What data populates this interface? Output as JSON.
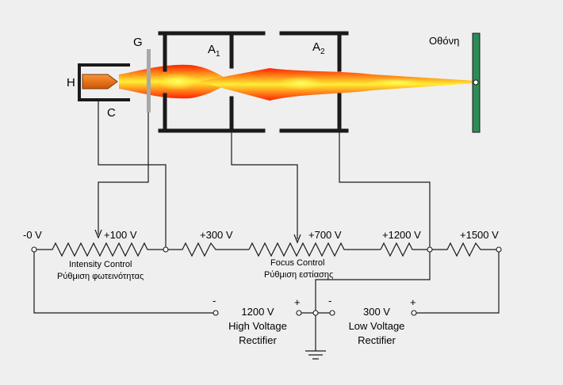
{
  "electrodes": {
    "heater": "H",
    "cathode": "C",
    "grid": "G",
    "anode1": {
      "main": "A",
      "sub": "1"
    },
    "anode2": {
      "main": "A",
      "sub": "2"
    },
    "screen": "Οθόνη"
  },
  "voltages": {
    "v0": "-0 V",
    "v100": "+100 V",
    "v300": "+300 V",
    "v700": "+700 V",
    "v1200": "+1200 V",
    "v1500": "+1500 V"
  },
  "controls": {
    "intensity_en": "Intensity Control",
    "intensity_gr": "Ρύθμιση φωτεινότητας",
    "focus_en": "Focus Control",
    "focus_gr": "Ρύθμιση εστίασης"
  },
  "rectifiers": {
    "high": {
      "voltage": "1200 V",
      "line1": "High Voltage",
      "line2": "Rectifier",
      "minus": "-",
      "plus": "+"
    },
    "low": {
      "voltage": "300 V",
      "line1": "Low Voltage",
      "line2": "Rectifier",
      "minus": "-",
      "plus": "+"
    }
  },
  "colors": {
    "background": "#efefef",
    "screen": "#2e8b57",
    "heater": "#e8731a",
    "grid": "#a8a8a8",
    "beam_core": "#ffee33",
    "beam_edge": "#ff2200"
  }
}
